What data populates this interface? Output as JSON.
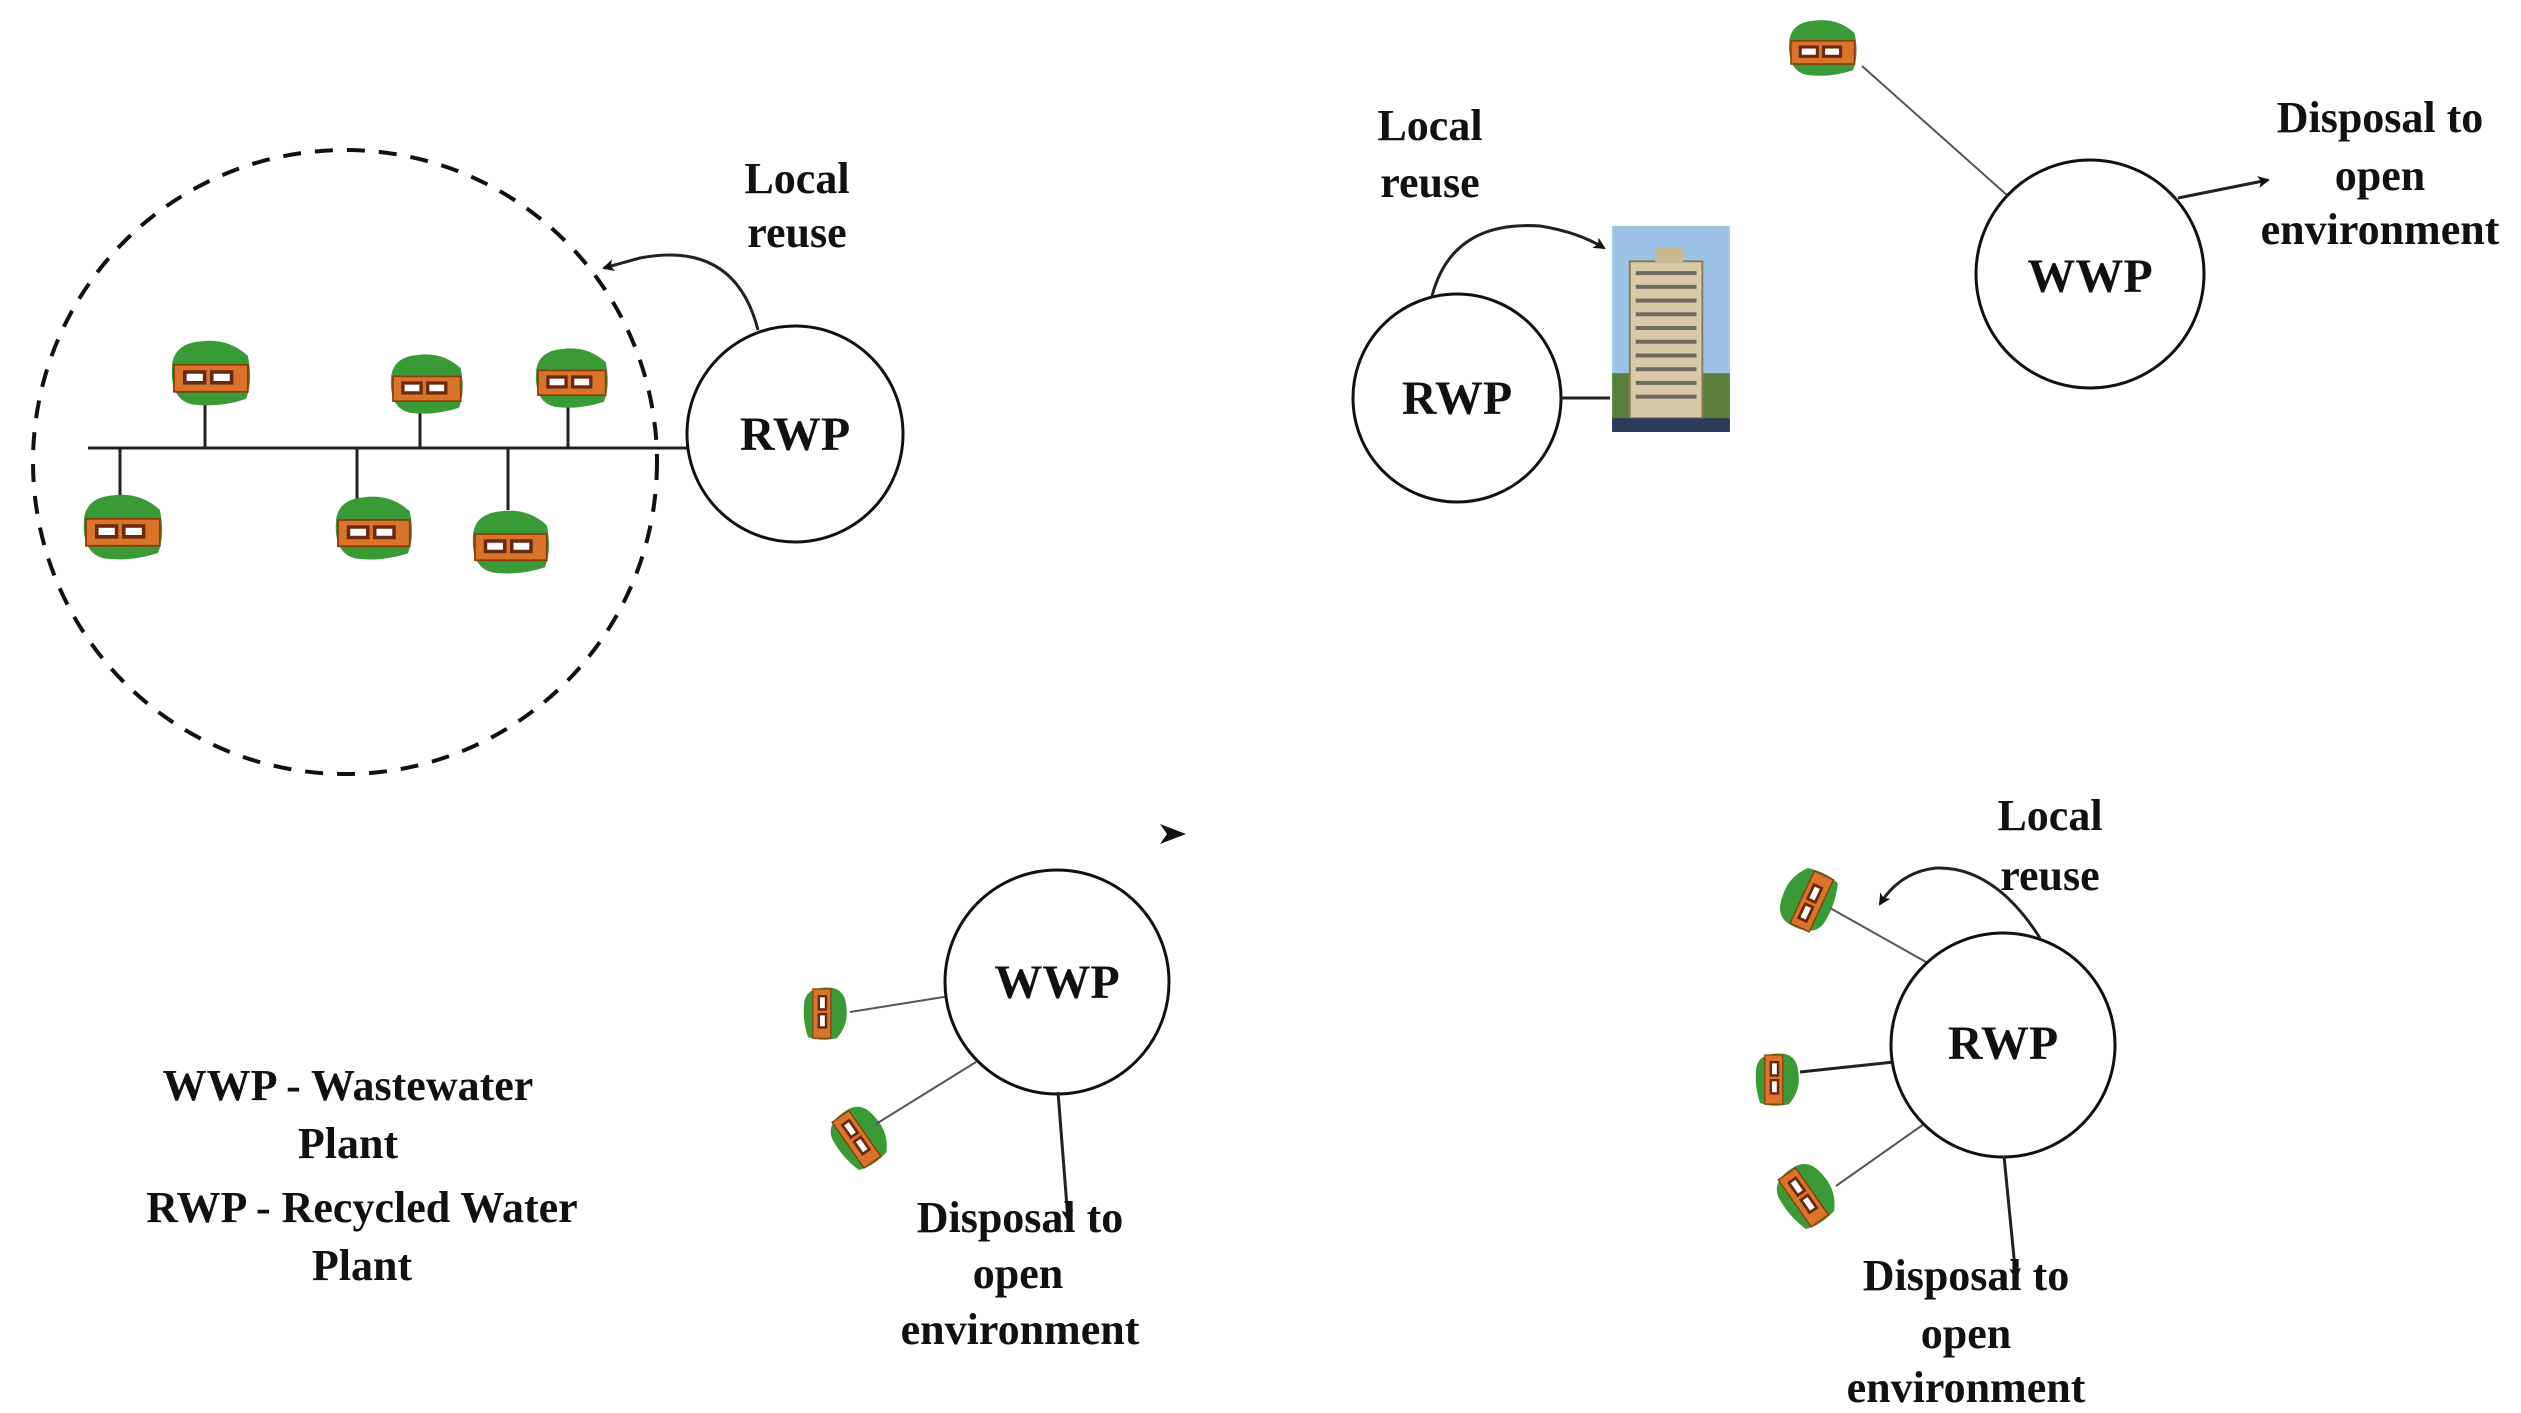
{
  "colors": {
    "house_green": "#3a9a35",
    "house_orange": "#d9742a",
    "house_window": "#6b2a10"
  },
  "panel_tl": {
    "node": "RWP",
    "reuse": [
      "Local",
      "reuse"
    ]
  },
  "panel_tr": {
    "rwp_node": "RWP",
    "reuse": [
      "Local",
      "reuse"
    ],
    "wwp_node": "WWP",
    "disposal": [
      "Disposal to",
      "open",
      "environment"
    ]
  },
  "panel_bl": {
    "node": "WWP",
    "disposal": [
      "Disposal to",
      "open",
      "environment"
    ]
  },
  "panel_br": {
    "node": "RWP",
    "reuse": [
      "Local",
      "reuse"
    ],
    "disposal": [
      "Disposal to",
      "open",
      "environment"
    ]
  },
  "legend": {
    "lines": [
      "WWP - Wastewater",
      "Plant",
      "RWP - Recycled Water",
      "Plant"
    ]
  },
  "icons": [
    "house-icon",
    "building-icon",
    "arrow-icon"
  ]
}
